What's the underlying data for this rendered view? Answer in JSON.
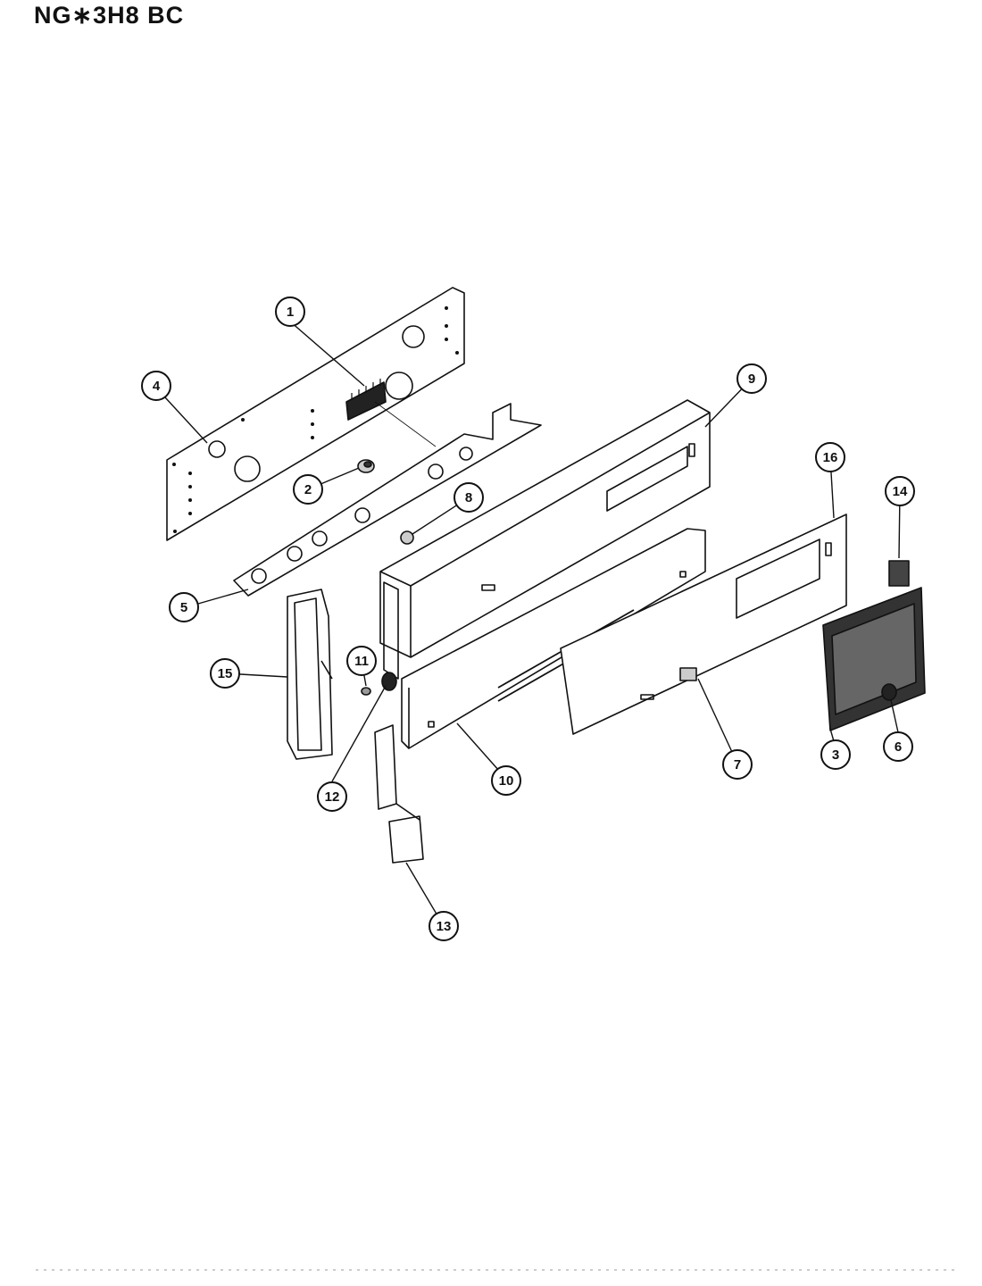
{
  "title": "NG∗3H8 BC",
  "callouts": [
    "1",
    "2",
    "3",
    "4",
    "5",
    "6",
    "7",
    "8",
    "9",
    "10",
    "11",
    "12",
    "13",
    "14",
    "15",
    "16"
  ]
}
